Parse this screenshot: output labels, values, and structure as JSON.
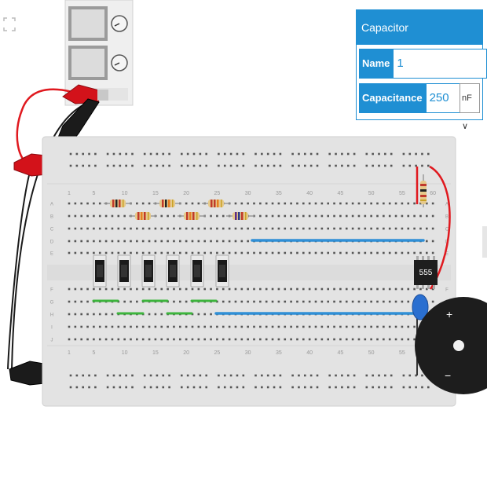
{
  "properties_panel": {
    "title": "Capacitor",
    "name_label": "Name",
    "name_value": "1",
    "capacitance_label": "Capacitance",
    "capacitance_value": "250",
    "unit_value": "nF",
    "unit_arrow": "∨"
  },
  "breadboard": {
    "top_column_numbers": [
      "1",
      "5",
      "10",
      "15",
      "20",
      "25",
      "30",
      "35",
      "40",
      "45",
      "50",
      "55",
      "60"
    ],
    "bottom_column_numbers": [
      "1",
      "5",
      "10",
      "15",
      "20",
      "25",
      "30",
      "35",
      "40",
      "45",
      "50",
      "55",
      "60"
    ],
    "row_letters_top": [
      "A",
      "B",
      "C",
      "D",
      "E"
    ],
    "row_letters_bottom": [
      "F",
      "G",
      "H",
      "I",
      "J"
    ]
  },
  "chip_label": "555",
  "speaker_plus": "+",
  "speaker_minus": "−",
  "icons": [
    "fullscreen-icon",
    "chevron-down-icon"
  ],
  "colors": {
    "accent": "#1f8fd3",
    "wire_red": "#e0191f",
    "wire_green": "#3cb43c",
    "wire_blue": "#2f8fd6"
  }
}
